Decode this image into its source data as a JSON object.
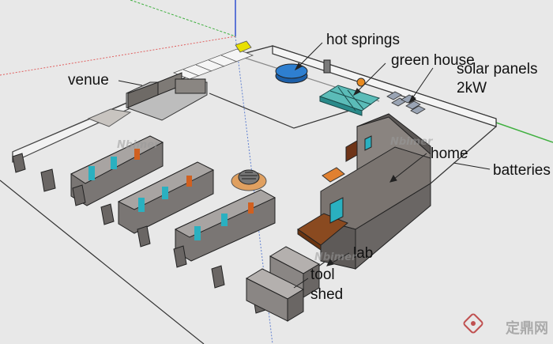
{
  "labels": {
    "hot_springs": "hot springs",
    "green_house": "green house",
    "solar_panels": "solar panels",
    "solar_power": "2kW",
    "venue": "venue",
    "home": "home",
    "batteries": "batteries",
    "lab": "lab",
    "tool": "tool",
    "shed": "shed"
  },
  "watermark": {
    "nbimer": "Nbimer",
    "brand": "定鼎网"
  },
  "colors": {
    "ground": "#e8e8e8",
    "wall": "#6e6a66",
    "hot_spring_water": "#2e7fd0",
    "greenhouse": "#3aa0a0",
    "deck": "#8a4a20",
    "red_axis": "#e03030",
    "green_axis": "#40b040",
    "blue_axis": "#3050d0"
  },
  "icons": [
    "brand-logo-icon"
  ]
}
